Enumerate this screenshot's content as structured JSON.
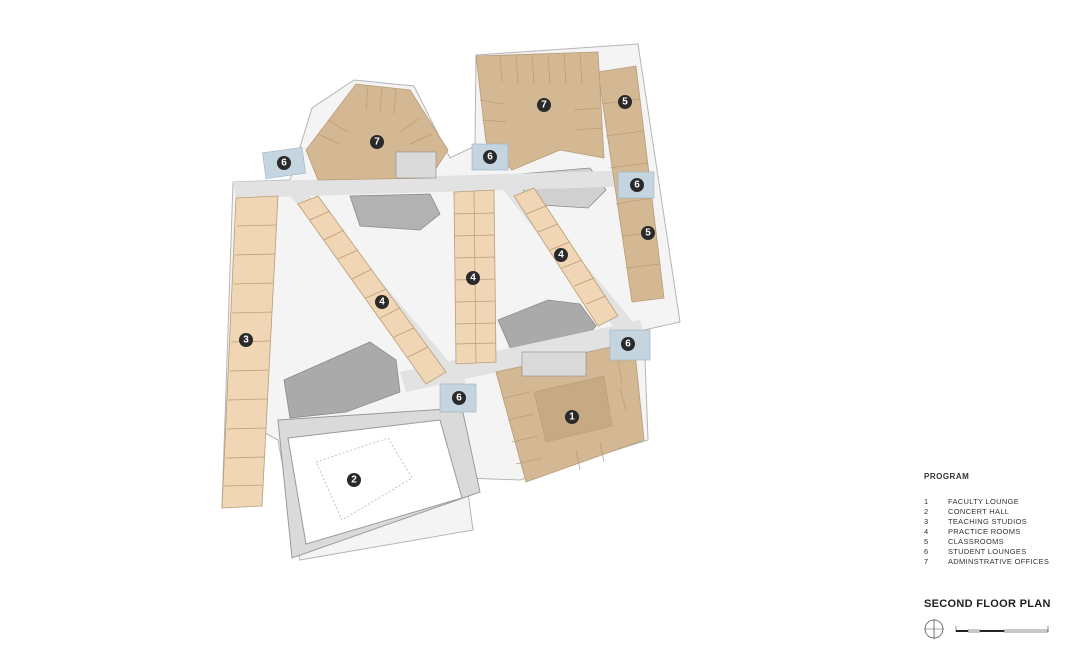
{
  "colors": {
    "room_tan": "#D4B894",
    "room_light": "#F0D6B4",
    "room_line": "#B89C77",
    "corridor": "#E6E6E6",
    "core": "#A9A9A9",
    "outline": "#9A9A9A",
    "lounge": "#C5D5E0",
    "badge": "#2A2A2A"
  },
  "labels": {
    "b1": "1",
    "b2": "2",
    "b3": "3",
    "b4a": "4",
    "b4b": "4",
    "b4c": "4",
    "b5a": "5",
    "b5b": "5",
    "b6a": "6",
    "b6b": "6",
    "b6c": "6",
    "b6d": "6",
    "b6e": "6",
    "b7a": "7",
    "b7b": "7"
  },
  "legend": {
    "title": "PROGRAM",
    "items": [
      {
        "num": "1",
        "label": "FACULTY LOUNGE"
      },
      {
        "num": "2",
        "label": "CONCERT HALL"
      },
      {
        "num": "3",
        "label": "TEACHING STUDIOS"
      },
      {
        "num": "4",
        "label": "PRACTICE ROOMS"
      },
      {
        "num": "5",
        "label": "CLASSROOMS"
      },
      {
        "num": "6",
        "label": "STUDENT LOUNGES"
      },
      {
        "num": "7",
        "label": "ADMINSTRATIVE OFFICES"
      }
    ]
  },
  "plan_title": "SECOND FLOOR PLAN"
}
